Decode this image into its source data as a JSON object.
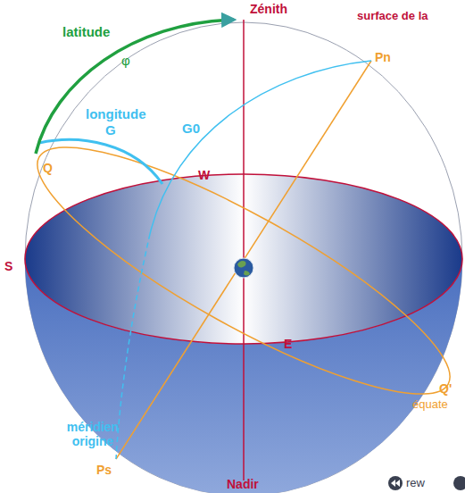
{
  "diagram": {
    "labels": [
      "latitude",
      "φ",
      "Zénith",
      "surface de la",
      "Pn",
      "longitude",
      "G",
      "G0",
      "Q",
      "W",
      "S",
      "E",
      "Q'",
      "équate",
      "méridien origine",
      "Ps",
      "Nadir",
      "rew"
    ]
  }
}
